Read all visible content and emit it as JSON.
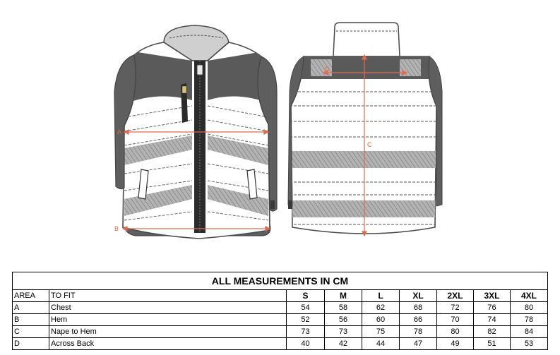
{
  "diagram": {
    "markers": {
      "a": "A",
      "b": "B",
      "c": "C",
      "d": "D"
    },
    "colors": {
      "measure": "#e06a4f",
      "outline": "#4a4a4a",
      "panel_dark": "#5a5a5a",
      "collar": "#c8c8c8",
      "reflective": "#a9a9a9"
    }
  },
  "table": {
    "title": "ALL MEASUREMENTS IN CM",
    "headers": [
      "AREA",
      "TO FIT",
      "S",
      "M",
      "L",
      "XL",
      "2XL",
      "3XL",
      "4XL"
    ],
    "rows": [
      {
        "area": "A",
        "fit": "Chest",
        "values": [
          "54",
          "58",
          "62",
          "68",
          "72",
          "76",
          "80"
        ]
      },
      {
        "area": "B",
        "fit": "Hem",
        "values": [
          "52",
          "56",
          "60",
          "66",
          "70",
          "74",
          "78"
        ]
      },
      {
        "area": "C",
        "fit": "Nape to Hem",
        "values": [
          "73",
          "73",
          "75",
          "78",
          "80",
          "82",
          "84"
        ]
      },
      {
        "area": "D",
        "fit": "Across Back",
        "values": [
          "40",
          "42",
          "44",
          "47",
          "49",
          "51",
          "53"
        ]
      }
    ]
  }
}
